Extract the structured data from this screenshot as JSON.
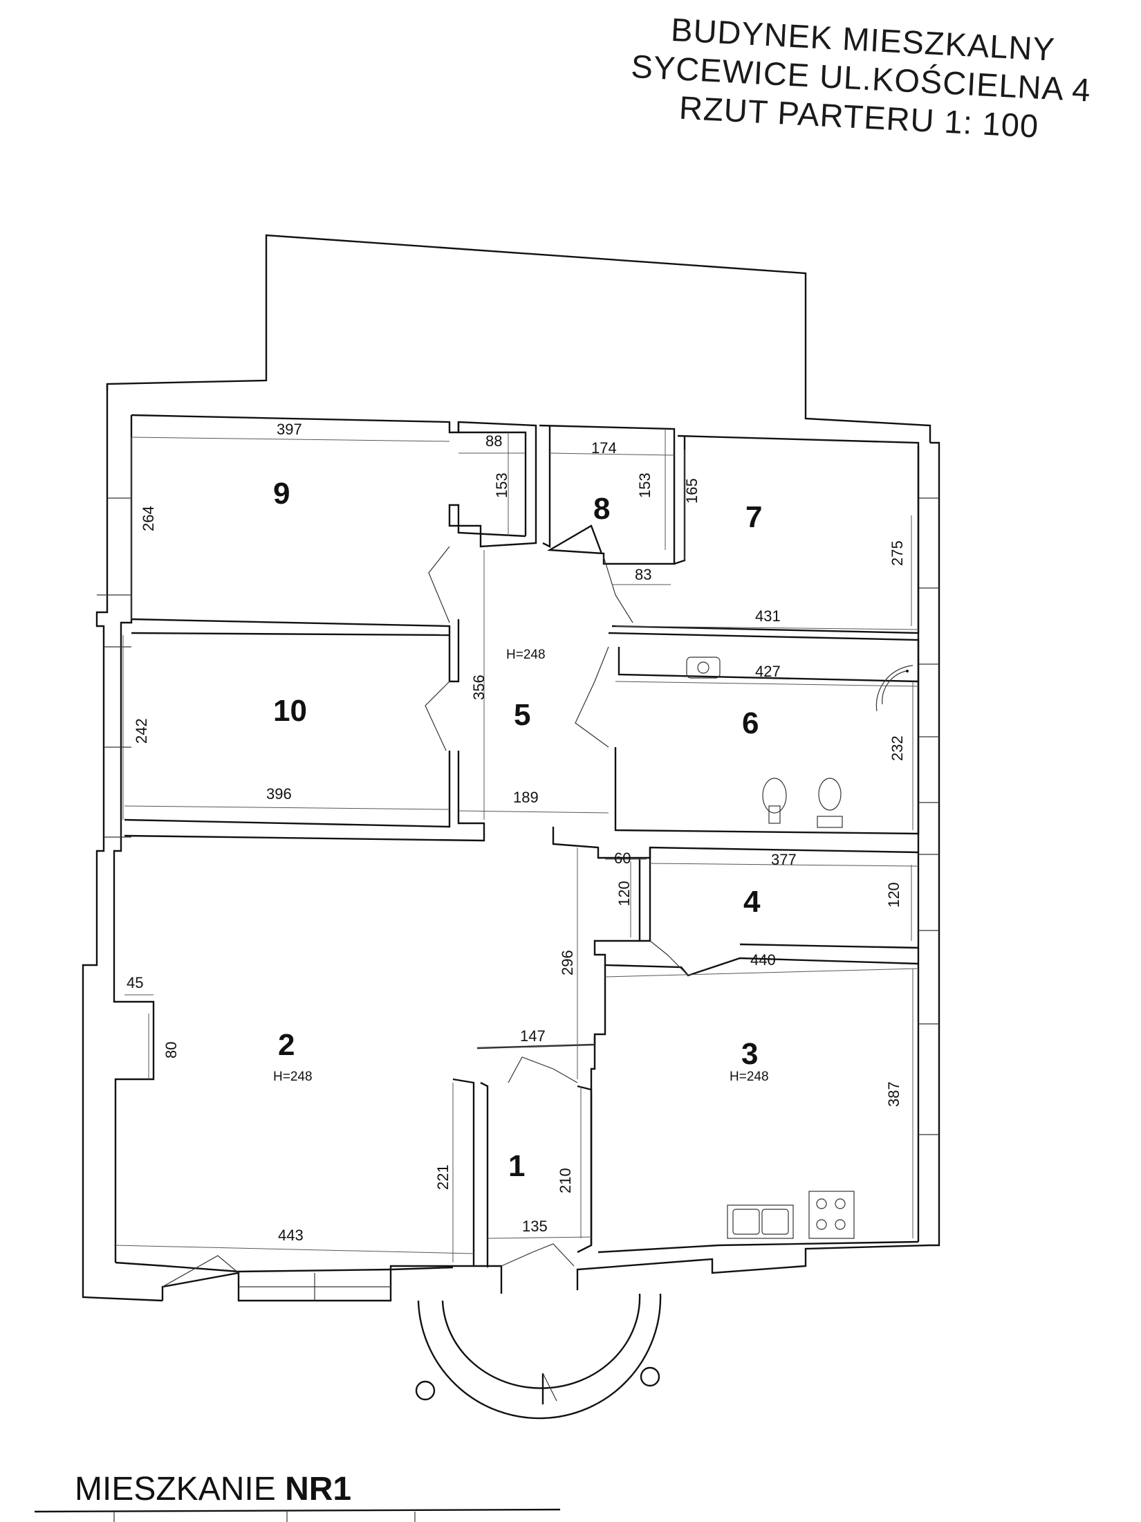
{
  "title": {
    "line1": "BUDYNEK MIESZKALNY",
    "line2": "SYCEWICE UL.KOŚCIELNA 4",
    "line3": "RZUT PARTERU  1: 100"
  },
  "apartment": {
    "prefix": "MIESZKANIE ",
    "number": "NR1"
  },
  "rooms": {
    "r1": "1",
    "r2": "2",
    "r3": "3",
    "r4": "4",
    "r5": "5",
    "r6": "6",
    "r7": "7",
    "r8": "8",
    "r9": "9",
    "r10": "10"
  },
  "heights": {
    "r2": "H=248",
    "r3": "H=248",
    "r5": "H=248"
  },
  "dimensions": {
    "r9_width": "397",
    "r9_niche_width": "88",
    "r9_niche_depth": "153",
    "r9_height": "264",
    "r8_width": "174",
    "r8_height": "153",
    "r8_sub": "83",
    "r7_depth": "165",
    "r7_height": "275",
    "r7_width": "431",
    "r6_width": "427",
    "r6_height": "232",
    "r5_height": "356",
    "r5_width": "189",
    "r10_height": "242",
    "r10_width": "396",
    "r4_small_w": "60",
    "r4_small_h": "120",
    "r4_width": "377",
    "r4_height": "120",
    "r3_width": "440",
    "r3_height": "387",
    "corridor_height": "296",
    "r2_bay_w": "45",
    "r2_bay_h": "80",
    "r1_top": "147",
    "r2_side": "221",
    "r1_height": "210",
    "r2_width": "443",
    "r1_width": "135"
  }
}
